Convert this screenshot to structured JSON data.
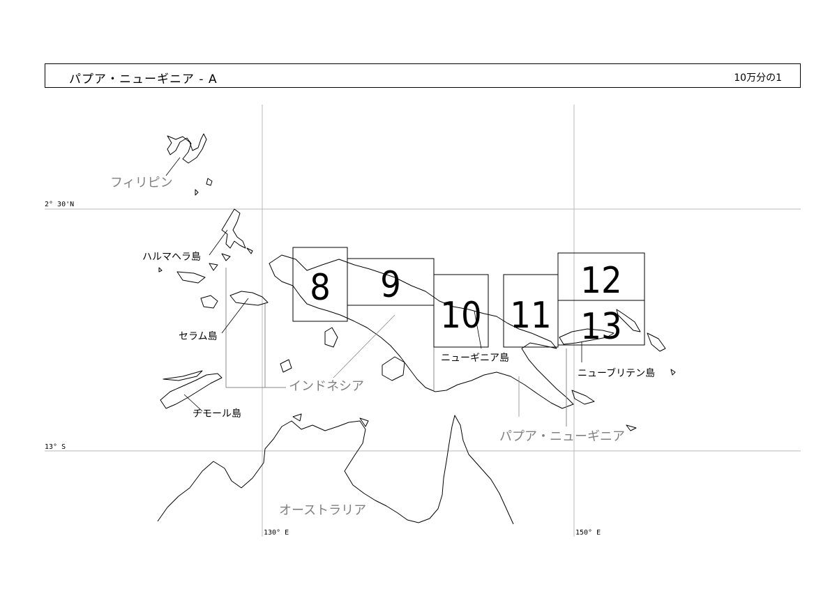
{
  "header": {
    "title": "パプア・ニューギニア - A",
    "scale": "10万分の1"
  },
  "graticule": {
    "lat_north": "2° 30'N",
    "lat_south": "13° S",
    "lon_west": "130° E",
    "lon_east": "150° E"
  },
  "sheets": [
    {
      "number": "8"
    },
    {
      "number": "9"
    },
    {
      "number": "10"
    },
    {
      "number": "11"
    },
    {
      "number": "12"
    },
    {
      "number": "13"
    }
  ],
  "labels": {
    "countries": {
      "philippines": "フィリピン",
      "indonesia": "インドネシア",
      "papua_new_guinea": "パプア・ニューギニア",
      "australia": "オーストラリア"
    },
    "islands": {
      "halmahera": "ハルマヘラ島",
      "seram": "セラム島",
      "timor": "チモール島",
      "new_guinea": "ニューギニア島",
      "new_britain": "ニューブリテン島"
    }
  },
  "colors": {
    "country_label": "#808080",
    "island_label": "#000000",
    "outline": "#000000",
    "grid": "#b0b0b0"
  }
}
